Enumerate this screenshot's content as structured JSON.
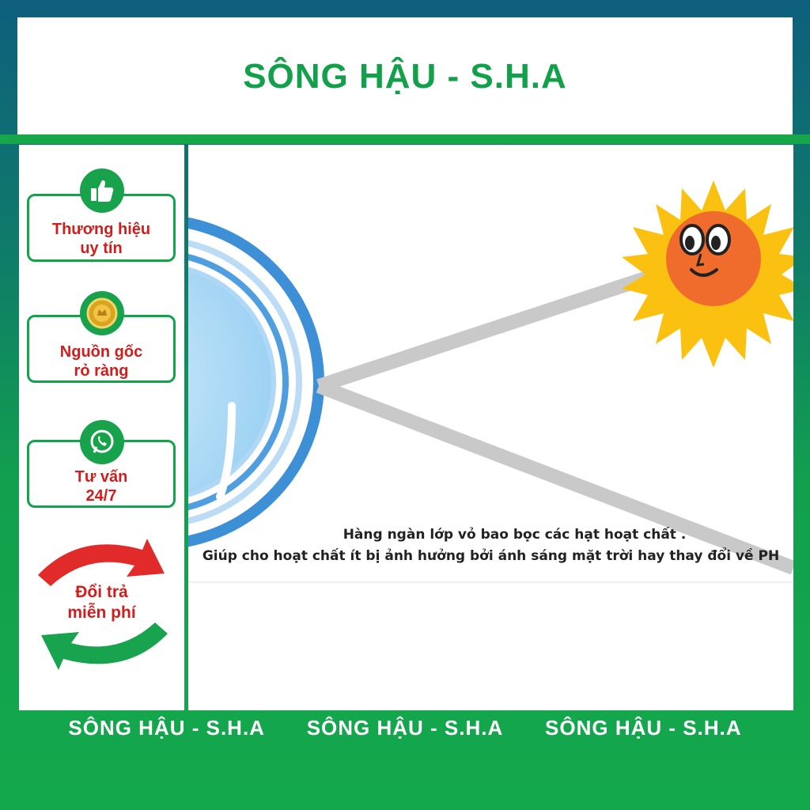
{
  "header": {
    "title": "SÔNG HẬU - S.H.A"
  },
  "sidebar": {
    "badges": [
      {
        "line1": "Thương hiệu",
        "line2": "uy tín",
        "icon": "thumbs-up-icon"
      },
      {
        "line1": "Nguồn gốc",
        "line2": "rỏ ràng",
        "icon": "gold-seal-icon"
      },
      {
        "line1": "Tư vấn",
        "line2": "24/7",
        "icon": "phone-chat-icon"
      }
    ],
    "return": {
      "line1": "Đổi trả",
      "line2": "miễn phí",
      "icon": "refresh-arrows-icon"
    }
  },
  "main": {
    "caption_line1": "Hàng ngàn lớp vỏ bao bọc các hạt hoạt chất .",
    "caption_line2": "Giúp cho hoạt chất ít bị ảnh hưởng bởi ánh sáng mặt trời hay thay đổi về PH"
  },
  "footer": {
    "items": [
      "SÔNG HẬU - S.H.A",
      "SÔNG HẬU - S.H.A",
      "SÔNG HẬU - S.H.A"
    ]
  },
  "colors": {
    "brand_green": "#13a34c",
    "accent_red": "#d21d1d",
    "sun_orange": "#f06c2c",
    "sun_yellow": "#fbc111"
  }
}
